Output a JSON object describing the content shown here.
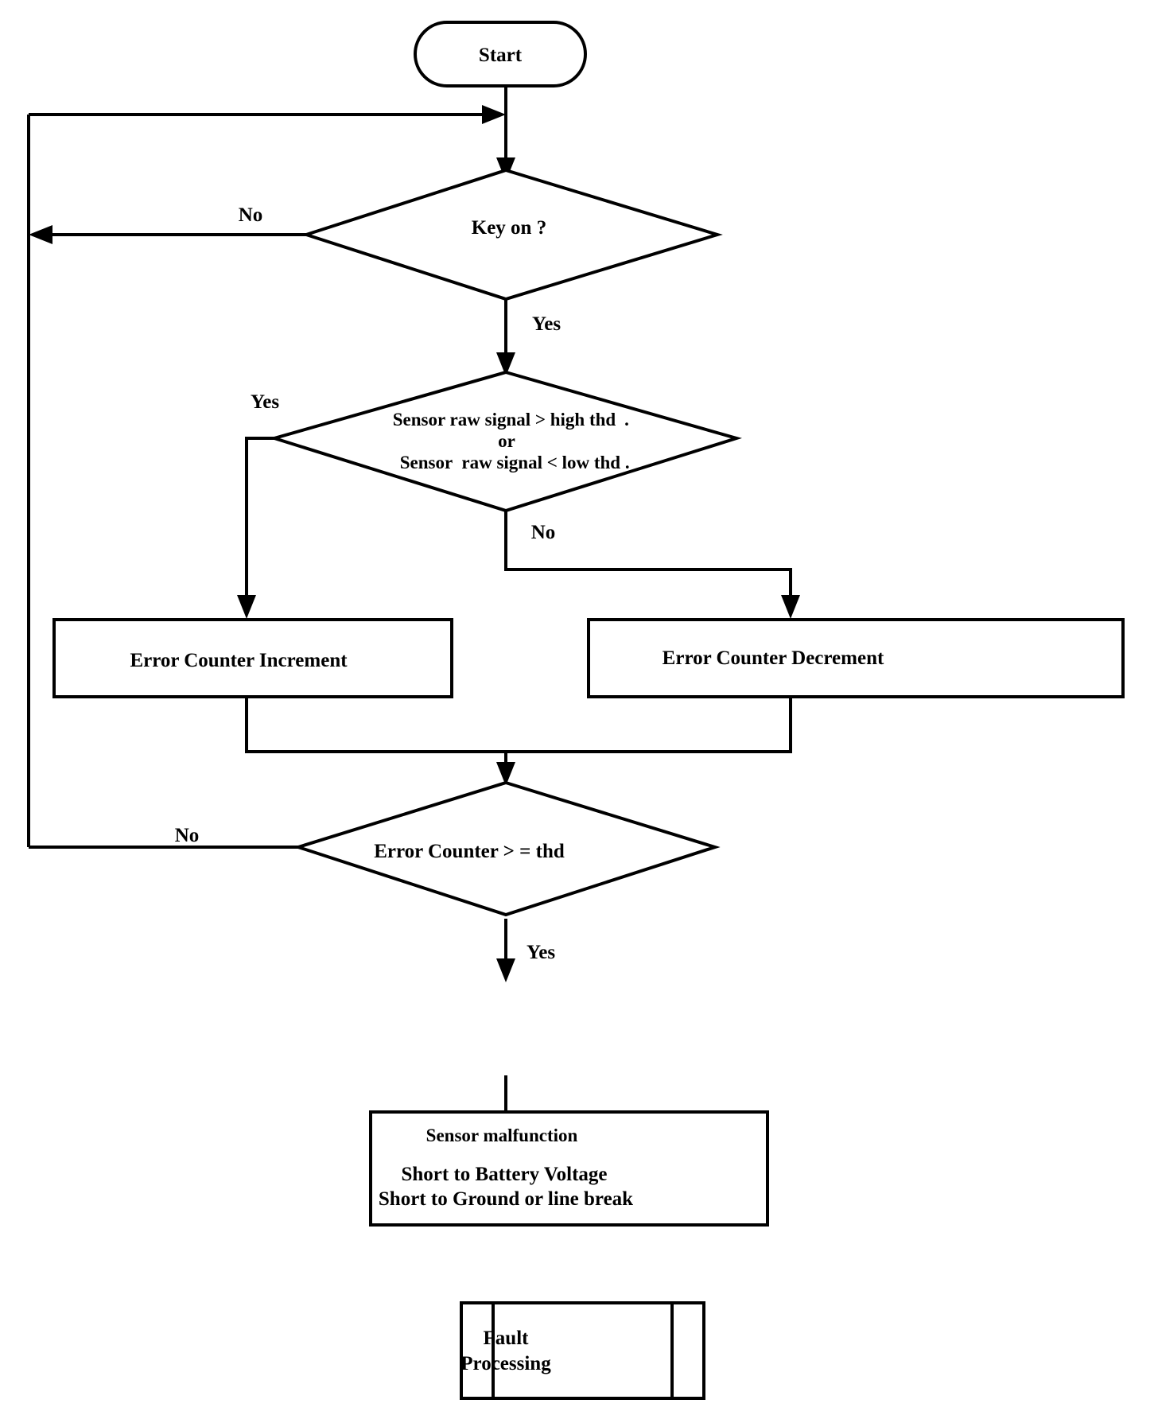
{
  "diagram": {
    "title": "Sensor Fault Diagnosis Flowchart",
    "colors": {
      "background": "#ffffff",
      "stroke": "#000000",
      "text": "#000000"
    },
    "nodes": {
      "start": {
        "shape": "terminator",
        "label": "Start"
      },
      "key_on": {
        "shape": "decision",
        "label": "Key on ?"
      },
      "threshold_check": {
        "shape": "decision",
        "line1": "Sensor raw signal > high thd",
        "line1_suffix": ".",
        "line2": "or",
        "line3": "Sensor    raw signal < low thd .",
        "line3_a": "Sensor",
        "line3_b": "raw signal < low thd ."
      },
      "error_increment": {
        "shape": "process",
        "label": "Error Counter Increment"
      },
      "error_decrement": {
        "shape": "process",
        "label": "Error Counter Decrement"
      },
      "counter_threshold": {
        "shape": "decision",
        "label": "Error Counter > = thd"
      },
      "sensor_malfunction": {
        "shape": "process",
        "line1": "Sensor malfunction",
        "line2": "Short to Battery Voltage",
        "line3": "Short to Ground or  line break"
      },
      "fault_processing": {
        "shape": "predefined-process",
        "line1": "Fault",
        "line2": "Processing"
      }
    },
    "edge_labels": {
      "key_on_no": "No",
      "key_on_yes": "Yes",
      "threshold_yes": "Yes",
      "threshold_no": "No",
      "counter_no": "No",
      "counter_yes": "Yes"
    }
  }
}
